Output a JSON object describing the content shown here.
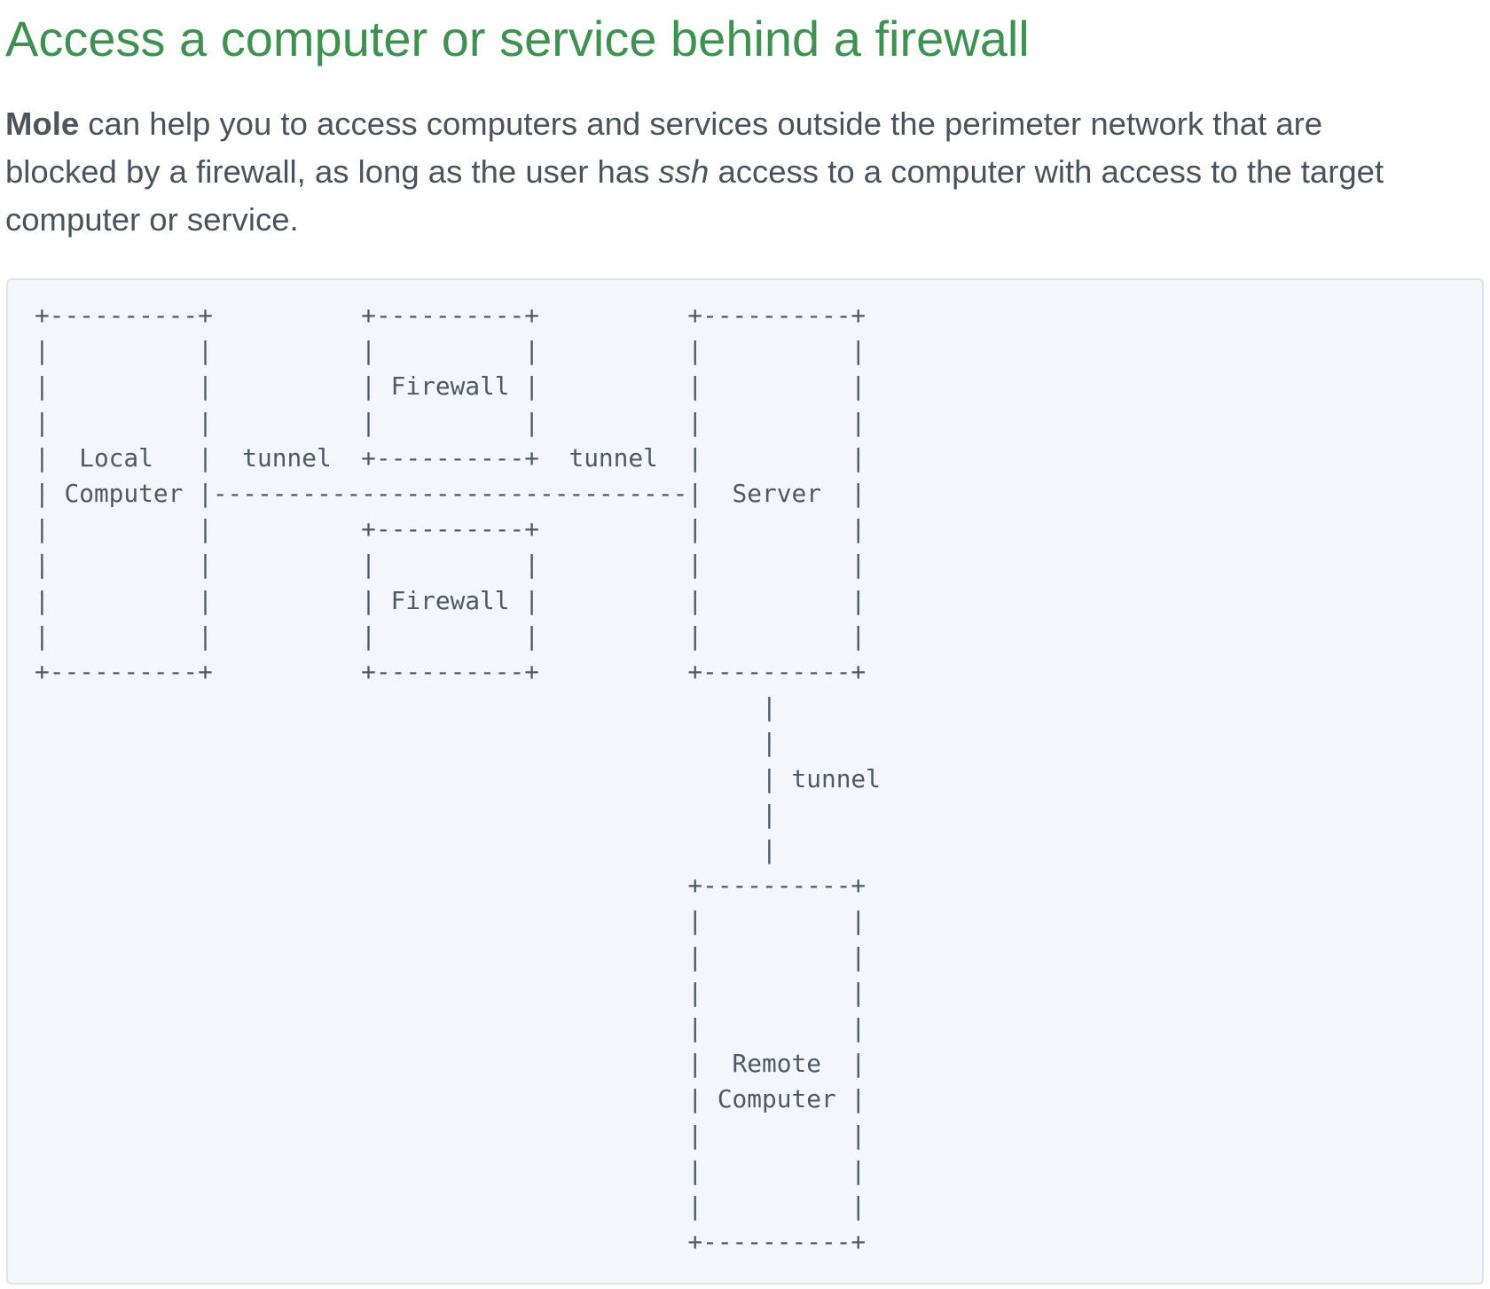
{
  "section": {
    "title": "Access a computer or service behind a firewall",
    "intro": {
      "bold_term": "Mole",
      "text_1": " can help you to access computers and services outside the perimeter network that are",
      "text_2": "blocked by a firewall, as long as the user has ",
      "italic_term": "ssh",
      "text_3": " access to a computer with access to the target",
      "text_4": "computer or service."
    }
  },
  "diagram": {
    "ascii": "+----------+          +----------+          +----------+\n|          |          |          |          |          |\n|          |          | Firewall |          |          |\n|          |          |          |          |          |\n|  Local   |  tunnel  +----------+  tunnel  |          |\n| Computer |--------------------------------|  Server  |\n|          |          +----------+          |          |\n|          |          |          |          |          |\n|          |          | Firewall |          |          |\n|          |          |          |          |          |\n+----------+          +----------+          +----------+\n                                                 |\n                                                 |\n                                                 | tunnel\n                                                 |\n                                                 |\n                                            +----------+\n                                            |          |\n                                            |          |\n                                            |          |\n                                            |          |\n                                            |  Remote  |\n                                            | Computer |\n                                            |          |\n                                            |          |\n                                            |          |\n                                            +----------+"
  }
}
